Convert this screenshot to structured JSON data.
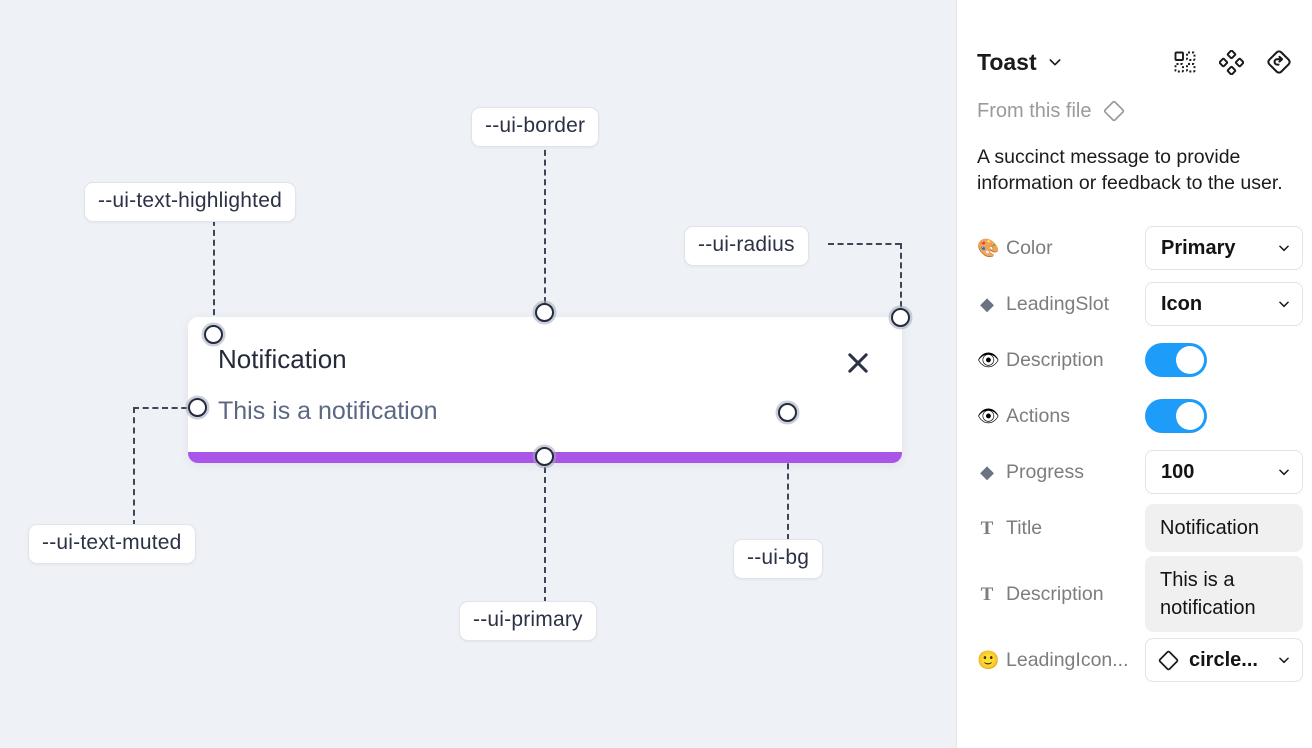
{
  "canvas": {
    "background_color": "#eef1f6",
    "annotations": [
      {
        "id": "ui-text-highlighted",
        "label": "--ui-text-highlighted"
      },
      {
        "id": "ui-border",
        "label": "--ui-border"
      },
      {
        "id": "ui-radius",
        "label": "--ui-radius"
      },
      {
        "id": "ui-text-muted",
        "label": "--ui-text-muted"
      },
      {
        "id": "ui-primary",
        "label": "--ui-primary"
      },
      {
        "id": "ui-bg",
        "label": "--ui-bg"
      }
    ],
    "toast": {
      "title": "Notification",
      "description": "This is a notification",
      "close_icon": "close-x-icon",
      "progress_color": "#a855e8",
      "background_color": "#ffffff"
    }
  },
  "panel": {
    "title": "Toast",
    "title_chevron_icon": "chevron-down-icon",
    "header_icons": [
      {
        "name": "component-instance-icon"
      },
      {
        "name": "component-diamond-cluster-icon"
      },
      {
        "name": "reset-instance-icon"
      }
    ],
    "from_file": {
      "label": "From this file",
      "icon": "diamond-icon"
    },
    "description": "A succinct message to provide information or feedback to the user.",
    "properties": [
      {
        "emoji": "🎨",
        "icon_name": "palette-emoji-icon",
        "name": "Color",
        "control": "select",
        "value": "Primary"
      },
      {
        "emoji": "◆",
        "icon_name": "diamond-filled-icon",
        "name": "LeadingSlot",
        "control": "select",
        "value": "Icon"
      },
      {
        "emoji": "👁",
        "icon_name": "eye-emoji-icon",
        "name": "Description",
        "control": "toggle",
        "value": "on"
      },
      {
        "emoji": "👁",
        "icon_name": "eye-emoji-icon",
        "name": "Actions",
        "control": "toggle",
        "value": "on"
      },
      {
        "emoji": "◆",
        "icon_name": "diamond-filled-icon",
        "name": "Progress",
        "control": "select",
        "value": "100"
      },
      {
        "emoji": "T",
        "icon_name": "text-type-icon",
        "name": "Title",
        "control": "text",
        "value": "Notification"
      },
      {
        "emoji": "T",
        "icon_name": "text-type-icon",
        "name": "Description",
        "control": "text",
        "value": "This is a notification"
      },
      {
        "emoji": "🙂",
        "icon_name": "smiley-emoji-icon",
        "name": "LeadingIcon...",
        "control": "select-icon",
        "value": "circle..."
      }
    ],
    "accent_color": "#1e9cfa"
  }
}
